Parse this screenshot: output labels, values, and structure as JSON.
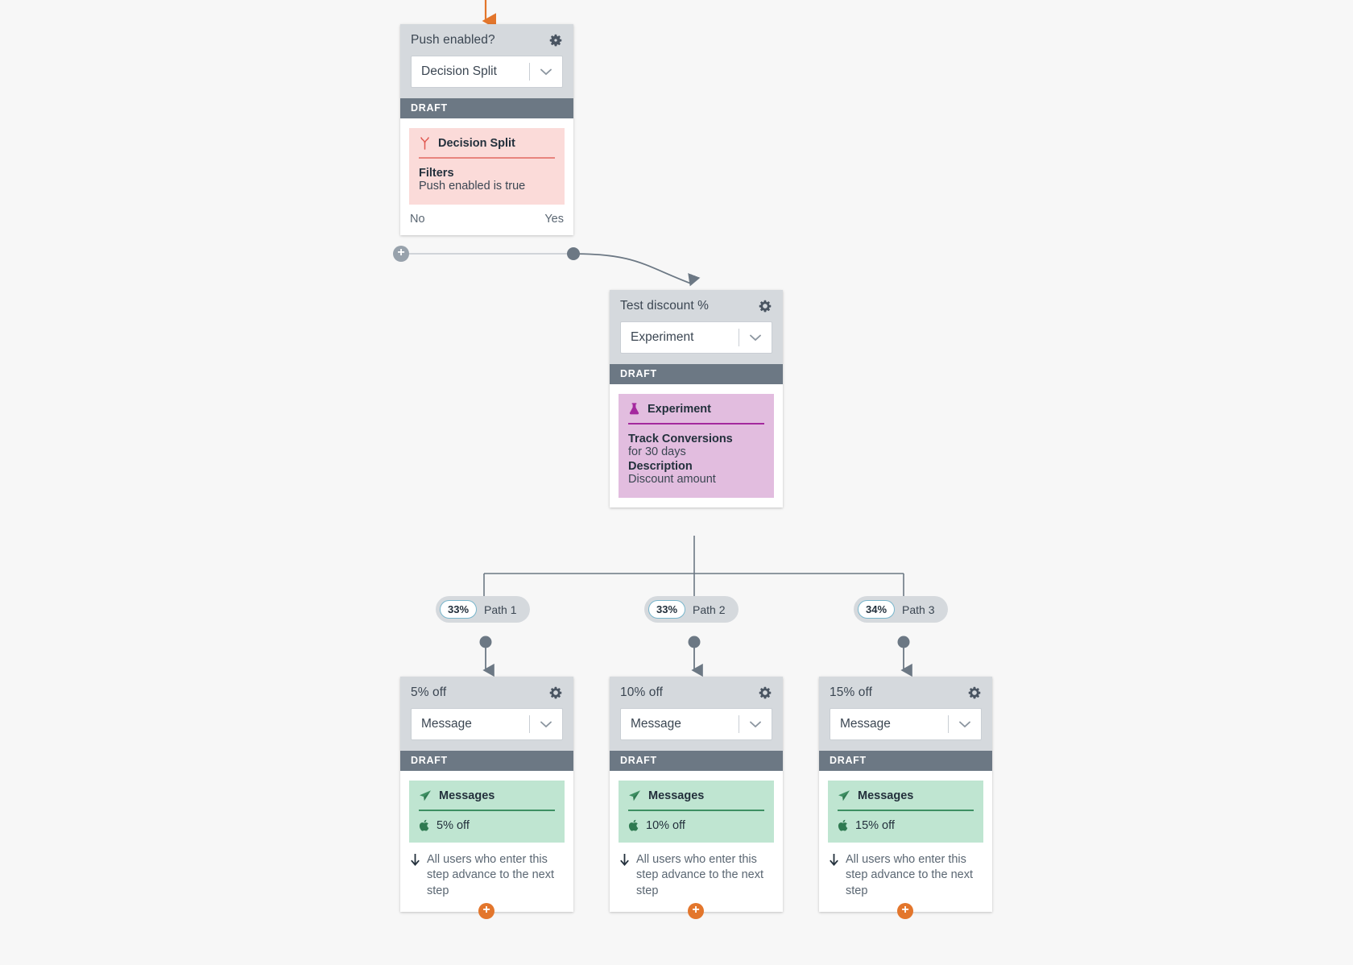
{
  "canvas": {
    "background": "#f7f7f7"
  },
  "colors": {
    "header_gray": "#d5d9dd",
    "draft_gray": "#6c7884",
    "orange": "#e3762c",
    "connector_gray": "#6c7884",
    "red_panel": "#fbdbd9",
    "red_accent": "#e8847e",
    "purple_panel": "#e2bddf",
    "purple_accent": "#a4299e",
    "green_panel": "#bfe5d1",
    "green_accent": "#3d8f62",
    "pill_border_blue": "#79b6cc"
  },
  "nodes": {
    "decision": {
      "title": "Push enabled?",
      "select_value": "Decision Split",
      "status": "DRAFT",
      "panel_label": "Decision Split",
      "filters_key": "Filters",
      "filters_value": "Push enabled is true",
      "branch_no": "No",
      "branch_yes": "Yes"
    },
    "experiment": {
      "title": "Test discount %",
      "select_value": "Experiment",
      "status": "DRAFT",
      "panel_label": "Experiment",
      "track_key": "Track Conversions",
      "track_value": "for 30 days",
      "desc_key": "Description",
      "desc_value": "Discount amount"
    },
    "messages": [
      {
        "title": "5% off",
        "select_value": "Message",
        "status": "DRAFT",
        "panel_label": "Messages",
        "message_name": "5% off",
        "footer": "All users who enter this step advance to the next step"
      },
      {
        "title": "10% off",
        "select_value": "Message",
        "status": "DRAFT",
        "panel_label": "Messages",
        "message_name": "10% off",
        "footer": "All users who enter this step advance to the next step"
      },
      {
        "title": "15% off",
        "select_value": "Message",
        "status": "DRAFT",
        "panel_label": "Messages",
        "message_name": "15% off",
        "footer": "All users who enter this step advance to the next step"
      }
    ]
  },
  "paths": [
    {
      "percent": "33%",
      "label": "Path 1"
    },
    {
      "percent": "33%",
      "label": "Path 2"
    },
    {
      "percent": "34%",
      "label": "Path 3"
    }
  ]
}
